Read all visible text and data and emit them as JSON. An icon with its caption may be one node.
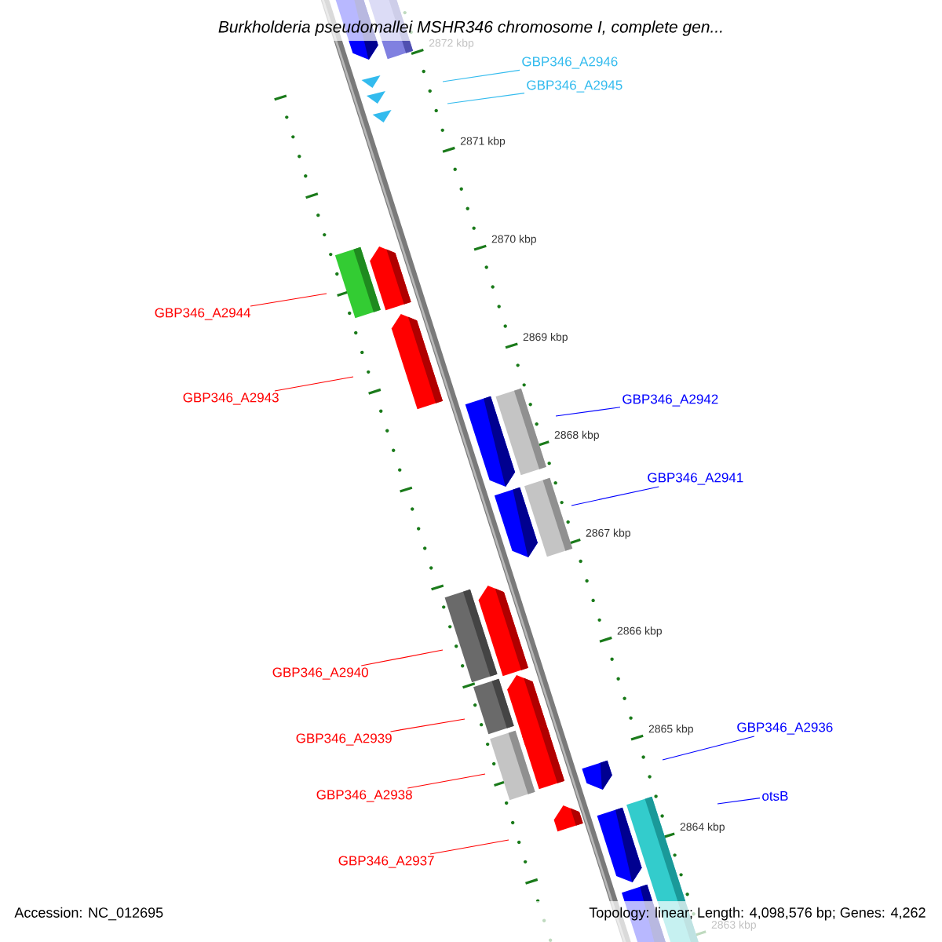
{
  "diagram": {
    "title": "Burkholderia pseudomallei MSHR346 chromosome I, complete gen...",
    "nodes": [
      {
        "text": [
          "GBP346_A2946"
        ]
      },
      {
        "text": [
          "GBP346_A2945"
        ]
      },
      {
        "text": [
          "GBP346_A2944"
        ]
      },
      {
        "text": [
          "GBP346_A2943"
        ]
      },
      {
        "text": [
          "GBP346_A2942"
        ]
      },
      {
        "text": [
          "GBP346_A2941"
        ]
      },
      {
        "text": [
          "GBP346_A2940"
        ]
      },
      {
        "text": [
          "GBP346_A2939"
        ]
      },
      {
        "text": [
          "GBP346_A2938"
        ]
      },
      {
        "text": [
          "GBP346_A2937"
        ]
      },
      {
        "text": [
          "GBP346_A2936"
        ]
      },
      {
        "text": [
          "otsB"
        ]
      }
    ],
    "edges": [
      {
        "from": 0,
        "to": null,
        "arrow": "none",
        "color": "#33bbee"
      },
      {
        "from": 1,
        "to": null,
        "arrow": "none",
        "color": "#33bbee"
      },
      {
        "from": 2,
        "to": null,
        "arrow": "none"
      },
      {
        "from": 3,
        "to": null,
        "arrow": "none"
      },
      {
        "from": 4,
        "to": null,
        "arrow": "none",
        "color": "#0000ff"
      },
      {
        "from": 5,
        "to": null,
        "arrow": "none",
        "color": "#0000ff"
      },
      {
        "from": 6,
        "to": null,
        "arrow": "none"
      },
      {
        "from": 7,
        "to": null,
        "arrow": "none"
      },
      {
        "from": 8,
        "to": null,
        "arrow": "none"
      },
      {
        "from": 9,
        "to": null,
        "arrow": "none"
      },
      {
        "from": 10,
        "to": null,
        "arrow": "none",
        "color": "#0000ff"
      },
      {
        "from": 11,
        "to": null,
        "arrow": "none",
        "color": "#0000ff"
      }
    ],
    "labels": [
      "2872 kbp",
      "2871 kbp",
      "2870 kbp",
      "2869 kbp",
      "2868 kbp",
      "2867 kbp",
      "2866 kbp",
      "2865 kbp",
      "2864 kbp",
      "2863 kbp",
      "Accession: NC_012695",
      "Topology: linear; Length: 4,098,576 bp; Genes: 4,262"
    ]
  }
}
